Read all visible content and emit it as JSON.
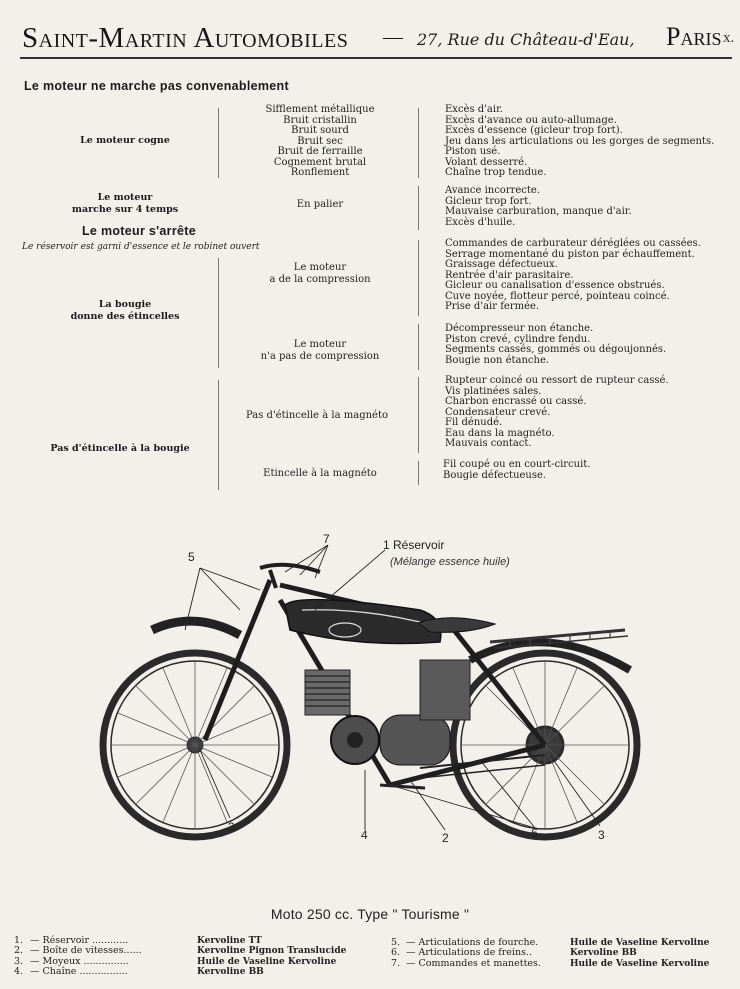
{
  "header": {
    "company": "Saint-Martin Automobiles",
    "separator": "—",
    "address": "27, Rue du Château-d'Eau,",
    "city": "Paris",
    "mark": "x."
  },
  "diagnostics": {
    "section1_title": "Le moteur ne marche pas convenablement",
    "group_cogne": {
      "label": "Le moteur cogne",
      "symptoms": [
        "Sifflement métallique",
        "Bruit cristallin",
        "Bruit sourd",
        "Bruit sec",
        "Bruit de ferraille",
        "Cognement brutal",
        "Ronflement"
      ],
      "causes": [
        "Excès d'air.",
        "Excès d'avance ou auto-allumage.",
        "Excès d'essence (gicleur trop fort).",
        "Jeu dans les articulations ou les gorges de segments.",
        "Piston usé.",
        "Volant desserré.",
        "Chaîne trop tendue."
      ]
    },
    "group_4temps": {
      "label_line1": "Le moteur",
      "label_line2": "marche sur 4 temps",
      "condition": "En palier",
      "causes": [
        "Avance incorrecte.",
        "Gicleur trop fort.",
        "Mauvaise carburation, manque d'air.",
        "Excès d'huile."
      ]
    },
    "section2_title": "Le moteur s'arrête",
    "section2_note": "Le réservoir est garni d'essence et le robinet ouvert",
    "group_bougie": {
      "label_line1": "La bougie",
      "label_line2": "donne des étincelles",
      "sub_compression": {
        "line1": "Le moteur",
        "line2": "a de la compression",
        "causes": [
          "Commandes de carburateur déréglées ou cassées.",
          "Serrage momentané du piston par échauffement.",
          "Graissage défectueux.",
          "Rentrée d'air parasitaire.",
          "Gicleur ou canalisation d'essence obstrués.",
          "Cuve noyée, flotteur percé, pointeau coincé.",
          "Prise d'air fermée."
        ]
      },
      "sub_no_compression": {
        "line1": "Le moteur",
        "line2": "n'a pas de compression",
        "causes": [
          "Décompresseur non étanche.",
          "Piston crevé, cylindre fendu.",
          "Segments cassés, gommés ou dégoujonnés.",
          "Bougie non étanche."
        ]
      }
    },
    "group_noetincelle": {
      "label": "Pas d'étincelle à la bougie",
      "sub_magneto": {
        "label": "Pas d'étincelle à la magnéto",
        "causes": [
          "Rupteur coincé ou ressort de rupteur cassé.",
          "Vis platinées sales.",
          "Charbon encrassé ou cassé.",
          "Condensateur crevé.",
          "Fil dénudé.",
          "Eau dans la magnéto.",
          "Mauvais contact."
        ]
      },
      "sub_magneto_ok": {
        "label": "Etincelle à la magnéto",
        "causes": [
          "Fil coupé ou en court-circuit.",
          "Bougie défectueuse."
        ]
      }
    }
  },
  "figure": {
    "callout_reservoir": "1 Réservoir",
    "callout_reservoir_note": "(Mélange essence huile)",
    "callout_5": "5",
    "callout_7": "7",
    "callout_3a": "3",
    "callout_4": "4",
    "callout_2": "2",
    "callout_6": "6",
    "callout_3b": "3"
  },
  "caption": "Moto 250 cc. Type \" Tourisme \"",
  "legend": {
    "left": [
      {
        "num": "1.",
        "part": "— Réservoir ............",
        "lub": "Kervoline TT"
      },
      {
        "num": "2.",
        "part": "— Boîte de vitesses......",
        "lub": "Kervoline Pignon Translucide"
      },
      {
        "num": "3.",
        "part": "— Moyeux ...............",
        "lub": "Huile de Vaseline Kervoline"
      },
      {
        "num": "4.",
        "part": "— Chaîne ................",
        "lub": "Kervoline BB"
      }
    ],
    "right": [
      {
        "num": "5.",
        "part": "— Articulations de fourche.",
        "lub": "Huile de Vaseline Kervoline"
      },
      {
        "num": "6.",
        "part": "— Articulations de freins..",
        "lub": "Kervoline BB"
      },
      {
        "num": "7.",
        "part": "— Commandes et manettes.",
        "lub": "Huile de Vaseline Kervoline"
      }
    ]
  },
  "colors": {
    "paper": "#f2f0ea",
    "ink": "#1b1b1b"
  }
}
